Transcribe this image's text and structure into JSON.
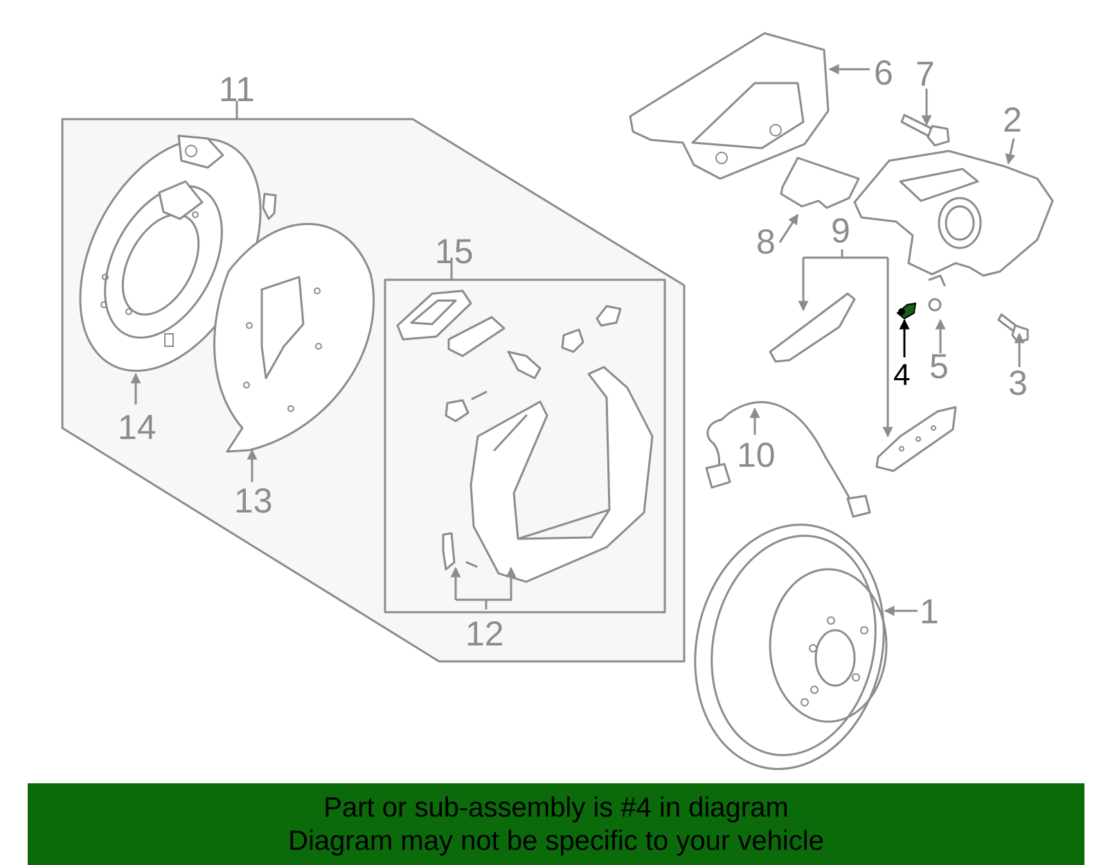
{
  "highlighted_part": "4",
  "callouts": {
    "c1": "1",
    "c2": "2",
    "c3": "3",
    "c4": "4",
    "c5": "5",
    "c6": "6",
    "c7": "7",
    "c8": "8",
    "c9": "9",
    "c10": "10",
    "c11": "11",
    "c12": "12",
    "c13": "13",
    "c14": "14",
    "c15": "15"
  },
  "banner": {
    "line1": "Part or sub-assembly is #4 in diagram",
    "line2": "Diagram may not be specific to your vehicle",
    "color": "#0b6b0b"
  },
  "colors": {
    "line": "#8c8c8c",
    "highlight": "#000000",
    "highlight_part": "#1a5e1a"
  }
}
